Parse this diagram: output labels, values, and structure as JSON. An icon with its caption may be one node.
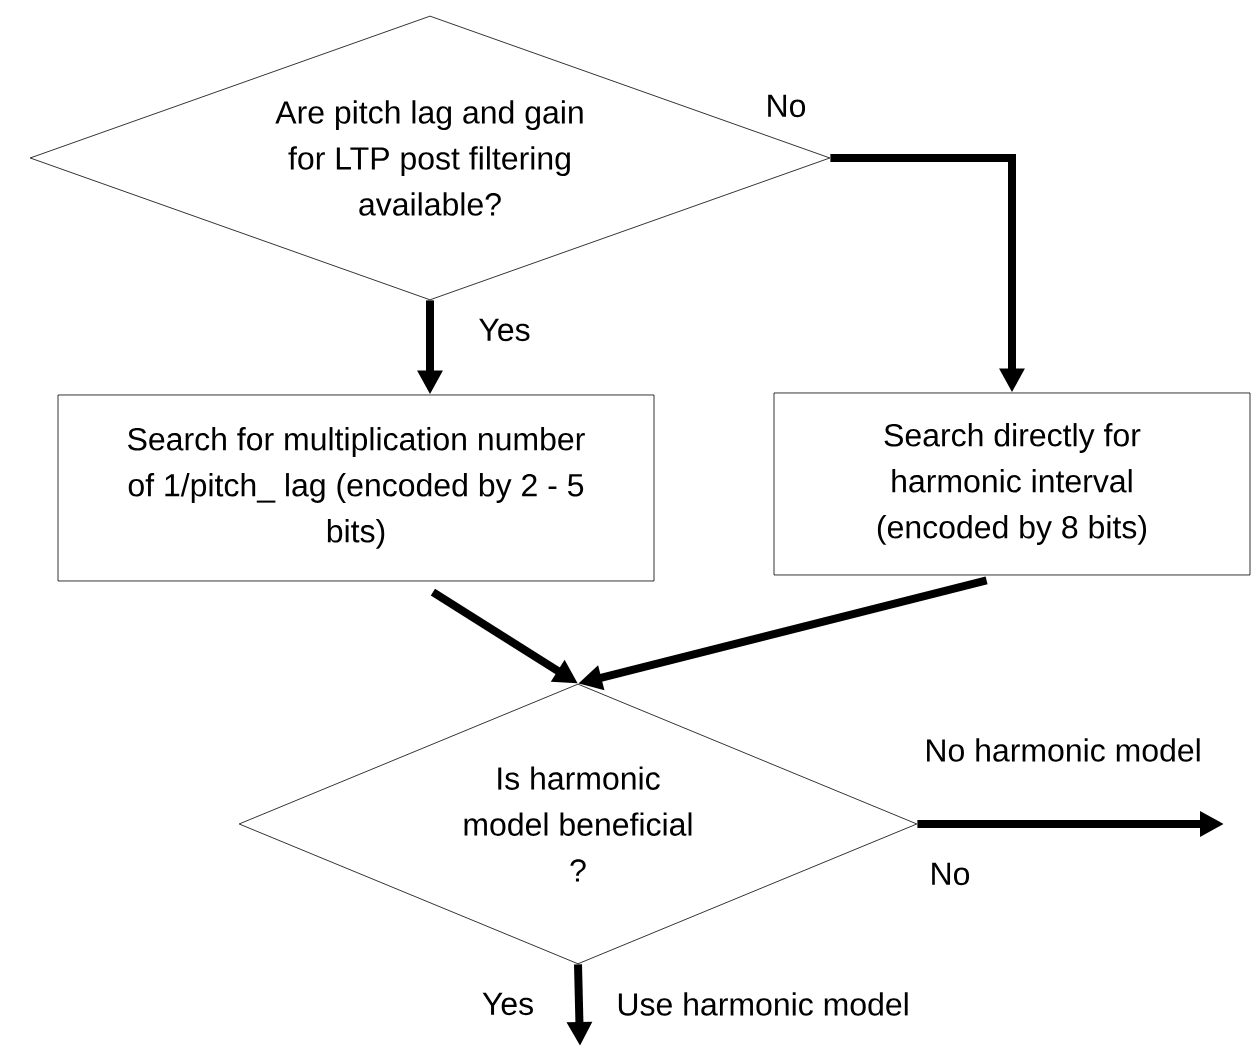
{
  "diagram": {
    "nodes": [
      {
        "text": [
          "Are pitch lag and gain for LTP post filtering available?"
        ]
      },
      {
        "text": [
          "Search for multiplication number of 1/pitch_ lag (encoded by 2 - 5 bits)"
        ]
      },
      {
        "text": [
          "Search directly for harmonic interval (encoded by 8 bits)"
        ]
      },
      {
        "text": [
          "Is harmonic model beneficial ?"
        ]
      }
    ],
    "edges": [
      {
        "from": 0,
        "to": 1,
        "arrow": "to",
        "label": "Yes"
      },
      {
        "from": 0,
        "to": 2,
        "arrow": "to",
        "label": "No"
      },
      {
        "from": 1,
        "to": 3,
        "arrow": "to"
      },
      {
        "from": 2,
        "to": 3,
        "arrow": "to"
      },
      {
        "from": 3,
        "to": null,
        "arrow": "to",
        "label": "No"
      },
      {
        "from": 3,
        "to": null,
        "arrow": "to",
        "label": "Yes"
      }
    ],
    "labels": [
      "No harmonic model",
      "Use harmonic model"
    ]
  }
}
